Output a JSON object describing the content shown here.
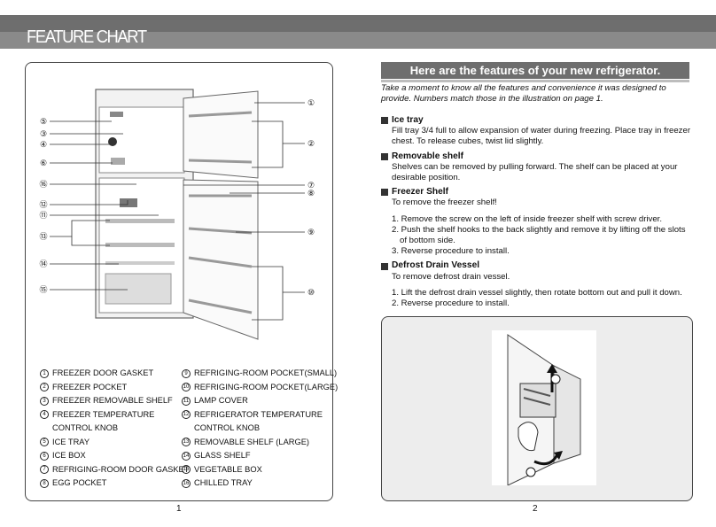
{
  "header": {
    "title": "FEATURE CHART"
  },
  "left": {
    "callouts": [
      "①",
      "②",
      "③",
      "④",
      "⑤",
      "⑥",
      "⑦",
      "⑧",
      "⑨",
      "⑩",
      "⑪",
      "⑫",
      "⑬",
      "⑭",
      "⑮",
      "⑯"
    ],
    "legend_left": [
      {
        "num": "1",
        "text": "FREEZER DOOR GASKET"
      },
      {
        "num": "2",
        "text": "FREEZER POCKET"
      },
      {
        "num": "3",
        "text": "FREEZER REMOVABLE SHELF"
      },
      {
        "num": "4",
        "text": "FREEZER TEMPERATURE"
      },
      {
        "num": "",
        "text": "CONTROL KNOB"
      },
      {
        "num": "5",
        "text": "ICE TRAY"
      },
      {
        "num": "6",
        "text": "ICE BOX"
      },
      {
        "num": "7",
        "text": "REFRIGING-ROOM DOOR GASKET"
      },
      {
        "num": "8",
        "text": "EGG POCKET"
      }
    ],
    "legend_right": [
      {
        "num": "9",
        "text": "REFRIGING-ROOM POCKET(SMALL)"
      },
      {
        "num": "10",
        "text": "REFRIGING-ROOM POCKET(LARGE)"
      },
      {
        "num": "11",
        "text": "LAMP COVER"
      },
      {
        "num": "12",
        "text": "REFRIGERATOR TEMPERATURE"
      },
      {
        "num": "",
        "text": "CONTROL KNOB"
      },
      {
        "num": "13",
        "text": "REMOVABLE SHELF (LARGE)"
      },
      {
        "num": "14",
        "text": "GLASS SHELF"
      },
      {
        "num": "15",
        "text": "VEGETABLE BOX"
      },
      {
        "num": "16",
        "text": "CHILLED TRAY"
      }
    ],
    "page_number": "1"
  },
  "right": {
    "banner": "Here are the features of your new refrigerator.",
    "intro": "Take a moment to know all the features and convenience it was designed to provide. Numbers match those in the illustration on page 1.",
    "sections": [
      {
        "title": "Ice tray",
        "body": "Fill tray 3/4 full to allow expansion of water during freezing. Place tray in freezer chest. To release cubes, twist lid slightly."
      },
      {
        "title": "Removable shelf",
        "body": "Shelves can be removed by pulling forward. The shelf can be placed at your desirable position."
      },
      {
        "title": "Freezer Shelf",
        "body": "To remove the freezer shelf!"
      },
      {
        "title": "Defrost Drain Vessel",
        "body": "To remove defrost drain vessel."
      }
    ],
    "freezer_steps": [
      "1. Remove the screw on the left of inside freezer shelf with screw driver.",
      "2. Push the shelf hooks to the back slightly and remove it by lifting off the slots of bottom side.",
      "3. Reverse procedure to install."
    ],
    "drain_steps": [
      "1. Lift the defrost drain vessel slightly, then rotate bottom out and pull it down.",
      "2. Reverse procedure to install."
    ],
    "page_number": "2"
  }
}
